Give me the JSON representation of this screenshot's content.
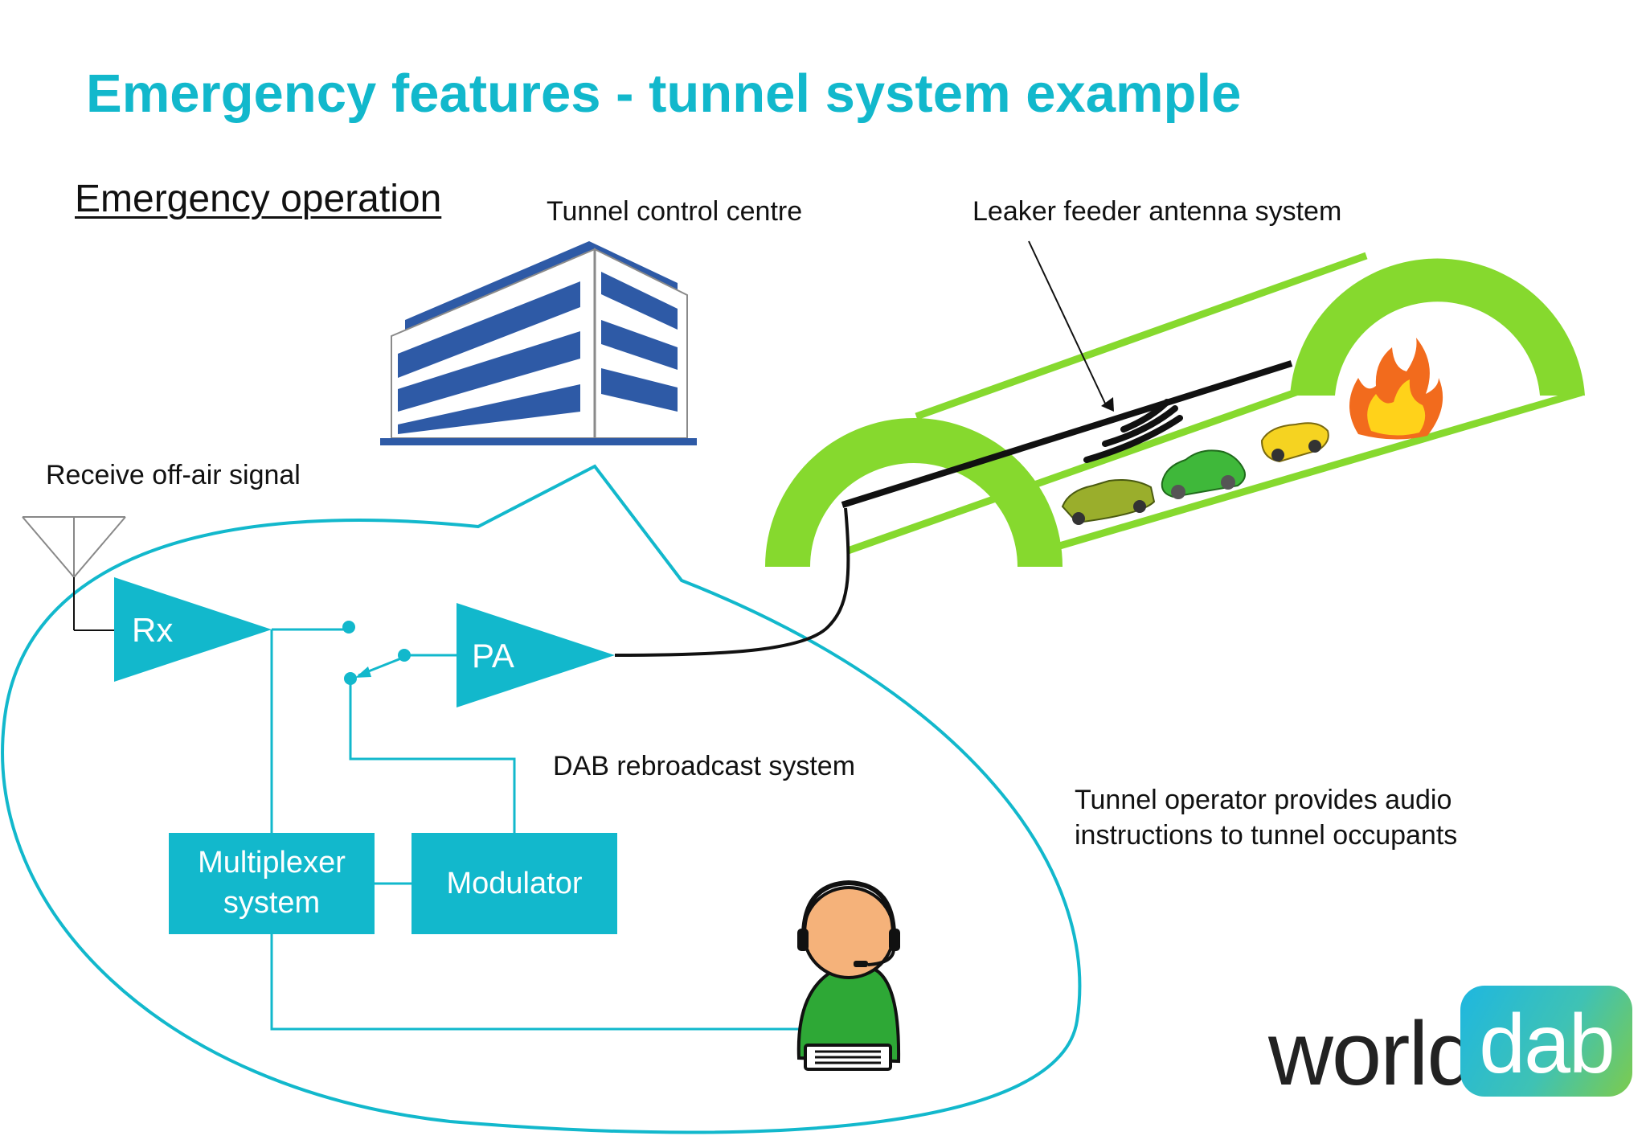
{
  "slide": {
    "title": "Emergency features - tunnel system example",
    "heading": "Emergency operation"
  },
  "labels": {
    "control_centre": "Tunnel control centre",
    "leaker_feeder": "Leaker feeder antenna system",
    "receive": "Receive off-air signal",
    "rebroadcast": "DAB rebroadcast system",
    "operator_line1": "Tunnel operator provides audio",
    "operator_line2": "instructions to tunnel occupants"
  },
  "blocks": {
    "rx": "Rx",
    "pa": "PA",
    "multiplexer_line1": "Multiplexer",
    "multiplexer_line2": "system",
    "modulator": "Modulator"
  },
  "logo": {
    "world": "world",
    "dab": "dab"
  },
  "colors": {
    "accent": "#12B8CC",
    "tunnel_green": "#86D92E",
    "building_blue": "#2E5AA6",
    "operator_green": "#2EA836",
    "flame_orange": "#F26B1D"
  }
}
